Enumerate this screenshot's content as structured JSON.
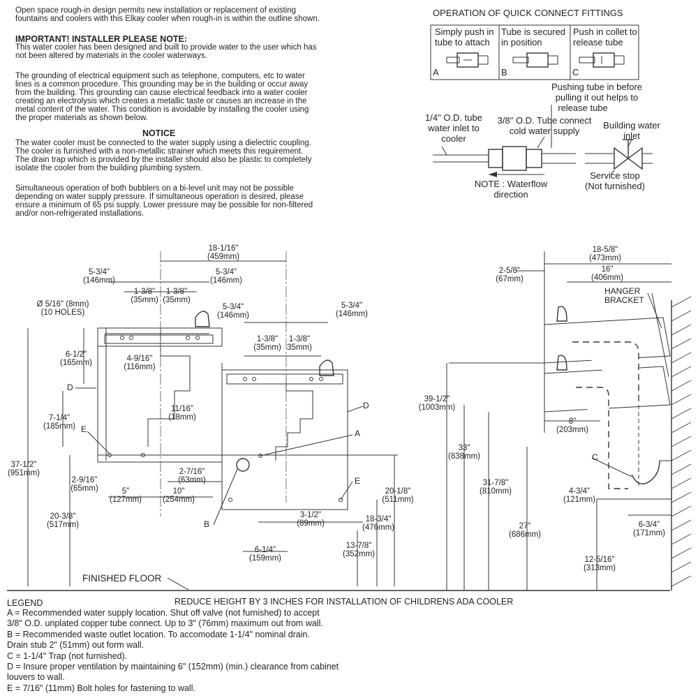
{
  "top_notes": {
    "intro": [
      "Open space rough-in design permits new installation or replacement of existing",
      "fountains and coolers with this Elkay cooler when rough-in is within the outline shown."
    ],
    "important_heading": "IMPORTANT!   INSTALLER PLEASE NOTE:",
    "important_text": [
      "This water cooler has been designed and built to provide water to the user which has",
      "not been altered by materials in the cooler waterways."
    ],
    "grounding_text": [
      "The grounding of electrical equipment such as telephone, computers, etc to water",
      "lines is a common procedure.  This grounding may be in the building or occur away",
      "from the building.  This grounding can cause electrical feedback into a water cooler",
      "creating an electrolysis which creates a metallic taste or causes an increase in the",
      "metal content of the water.  This condition is avoidable by installing the cooler using",
      "the proper materials as shown below."
    ],
    "notice_heading": "NOTICE",
    "notice_text": [
      "The water cooler must be connected to the water supply using a dielectric coupling.",
      "The cooler is furnished with a non-metallic strainer which meets this requirement.",
      "The drain trap which is provided by the installer should also be plastic to completely",
      "isolate the cooler from the building plumbing system."
    ],
    "bilevel_text": [
      "Simultaneous operation of both bubblers on a bi-level unit may not be possible",
      "depending on water supply pressure. If simultaneous operation is desired, please",
      "ensure a minimum of 65 psi supply. Lower pressure may be possible for non-filtered",
      "and/or non-refrigerated installations."
    ]
  },
  "quick_connect": {
    "title": "OPERATION OF QUICK CONNECT FITTINGS",
    "panels": [
      {
        "letter": "A",
        "lines": [
          "Simply push in",
          "tube to attach"
        ]
      },
      {
        "letter": "B",
        "lines": [
          "Tube is secured",
          "in position"
        ]
      },
      {
        "letter": "C",
        "lines": [
          "Push in collet to",
          "release tube"
        ]
      }
    ],
    "pushing_note": [
      "Pushing tube in before",
      "pulling it out helps to",
      "release tube"
    ],
    "inlet_label": [
      "1/4\" O.D. tube",
      "water inlet to",
      "cooler"
    ],
    "cold_label": [
      "3/8\" O.D. Tube connect",
      "cold water supply"
    ],
    "building_label": [
      "Building water",
      "inlet"
    ],
    "note_label": [
      "NOTE : Waterflow",
      "direction"
    ],
    "service_label": [
      "Service stop",
      "(Not furnished)"
    ]
  },
  "front_view": {
    "dims": {
      "d18_1_16": [
        "18-1/16\"",
        "(459mm)"
      ],
      "d5_3_4_left": [
        "5-3/4\"",
        "(146mm)"
      ],
      "d5_3_4_right": [
        "5-3/4\"",
        "(146mm)"
      ],
      "d1_3_8_a": [
        "1-3/8\"",
        "(35mm)"
      ],
      "d1_3_8_b": [
        "1-3/8\"",
        "(35mm)"
      ],
      "holes": [
        "Ø 5/16\" (8mm)",
        "(10 HOLES)"
      ],
      "d5_3_4_lower_a": [
        "5-3/4\"",
        "(146mm)"
      ],
      "d5_3_4_lower_b": [
        "5-3/4\"",
        "(146mm)"
      ],
      "d1_3_8_c": [
        "1-3/8\"",
        "(35mm)"
      ],
      "d1_3_8_d": [
        "1-3/8\"",
        "35mm)"
      ],
      "d6_1_2": [
        "6-1/2\"",
        "(165mm)"
      ],
      "d4_9_16": [
        "4-9/16\"",
        "(116mm)"
      ],
      "d7_1_4": [
        "7-1/4\"",
        "(185mm)"
      ],
      "d11_16": [
        "11/16\"",
        "(18mm)"
      ],
      "d37_1_2": [
        "37-1/2\"",
        "(951mm)"
      ],
      "d2_7_16": [
        "2-7/16\"",
        "(63mm)"
      ],
      "d2_9_16": [
        "2-9/16\"",
        "(65mm)"
      ],
      "d5": [
        "5\"",
        "(127mm)"
      ],
      "d10": [
        "10\"",
        "(254mm)"
      ],
      "d20_3_8": [
        "20-3/8\"",
        "(517mm)"
      ],
      "d3_1_2": [
        "3-1/2\"",
        "(89mm)"
      ],
      "d20_1_8": [
        "20-1/8\"",
        "(511mm)"
      ],
      "d18_3_4": [
        "18-3/4\"",
        "(476mm)"
      ],
      "d13_7_8": [
        "13-7/8\"",
        "(352mm)"
      ],
      "d6_1_4": [
        "6-1/4\"",
        "(159mm)"
      ]
    },
    "letters": {
      "D1": "D",
      "D2": "D",
      "E1": "E",
      "E2": "E",
      "A": "A",
      "B": "B"
    },
    "finished_floor": "FINISHED FLOOR"
  },
  "side_view": {
    "dims": {
      "d18_5_8": [
        "18-5/8\"",
        "(473mm)"
      ],
      "d16": [
        "16\"",
        "(406mm)"
      ],
      "d2_5_8": [
        "2-5/8\"",
        "(67mm)"
      ],
      "d39_1_2": [
        "39-1/2\"",
        "(1003mm)"
      ],
      "d33": [
        "33\"",
        "(838mm)"
      ],
      "d31_7_8": [
        "31-7/8\"",
        "(810mm)"
      ],
      "d27": [
        "27\"",
        "(686mm)"
      ],
      "d8": [
        "8\"",
        "(203mm)"
      ],
      "d4_3_4": [
        "4-3/4\"",
        "(121mm)"
      ],
      "d6_3_4": [
        "6-3/4\"",
        "(171mm)"
      ],
      "d12_5_16": [
        "12-5/16\"",
        "(313mm)"
      ]
    },
    "hanger": [
      "HANGER",
      "BRACKET"
    ],
    "letter_c": "C"
  },
  "footer": {
    "legend_title": "LEGEND",
    "reduce_note": "REDUCE HEIGHT BY 3 INCHES FOR INSTALLATION OF CHILDRENS ADA COOLER",
    "legend_lines": [
      "A = Recommended water supply location. Shut off valve (not furnished) to accept",
      "      3/8\" O.D. unplated copper tube connect. Up to 3\" (76mm) maximum out from wall.",
      "B = Recommended waste outlet location. To accomodate 1-1/4\" nominal drain.",
      "      Drain stub 2\" (51mm) out form wall.",
      "C = 1-1/4\" Trap (not furnished).",
      "D = Insure proper ventilation by maintaining 6\" (152mm) (min.) clearance from cabinet",
      "      louvers to wall.",
      "E = 7/16\" (11mm) Bolt holes for fastening to wall."
    ]
  }
}
